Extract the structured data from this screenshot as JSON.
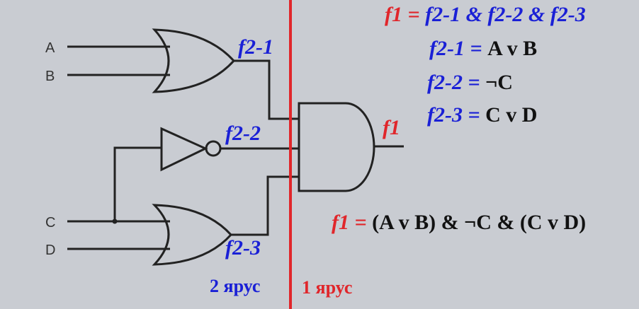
{
  "inputs": {
    "a": "A",
    "b": "B",
    "c": "C",
    "d": "D"
  },
  "signals": {
    "f21": "f2-1",
    "f22": "f2-2",
    "f23": "f2-3",
    "f1": "f1"
  },
  "tiers": {
    "tier2": "2 ярус",
    "tier1": "1 ярус"
  },
  "formulas": {
    "main": {
      "lhs": "f1",
      "eq": " = ",
      "rhs": "f2-1 & f2-2 & f2-3"
    },
    "f21": {
      "lhs": "f2-1",
      "eq": " = ",
      "rhs": "A v B"
    },
    "f22": {
      "lhs": "f2-2",
      "eq": " = ",
      "rhs": "¬C"
    },
    "f23": {
      "lhs": "f2-3",
      "eq": " = ",
      "rhs": "C v D"
    },
    "final": {
      "lhs": "f1",
      "eq": " = ",
      "rhs": "(A v B) & ¬C & (C v D)"
    }
  },
  "colors": {
    "tier2": "#1a20d6",
    "tier1": "#e0262b",
    "divider": "#e0262b",
    "background": "#c9ccd2"
  }
}
